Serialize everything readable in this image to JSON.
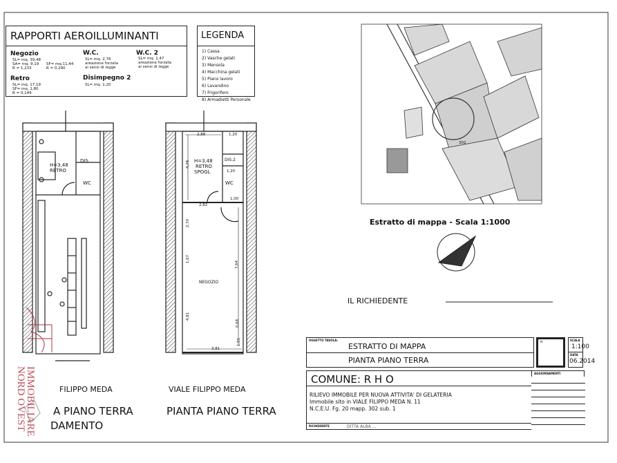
{
  "rapporti": {
    "title": "RAPPORTI  AEROILLUMINANTI",
    "negozio": {
      "label": "Negozio",
      "lines": [
        "SL= mq. 39,48",
        "SA= mq. 9,19",
        "R = 1,233"
      ],
      "lines2": [
        "SF= mq.11,44",
        "R = 0,290"
      ]
    },
    "retro": {
      "label": "Retro",
      "lines": [
        "SL= mq. 17,19",
        "SF= mq. 1,80",
        "R = 0,149"
      ]
    },
    "wc": {
      "label": "W.C.",
      "lines": [
        "SL= mq. 2,76",
        "areazione forzata",
        "ai sensi di legge"
      ]
    },
    "disimpegno": {
      "label": "Disimpegno  2",
      "lines": [
        "SL= mq. 1,20"
      ]
    },
    "wc2": {
      "label": "W.C.  2",
      "lines": [
        "SL= mq. 1,47",
        "areazione forzata",
        "ai sensi di legge"
      ]
    }
  },
  "legenda": {
    "title": "LEGENDA",
    "items": [
      "1) Cassa",
      "2) Vasche gelati",
      "3) Mensola",
      "4) Macchina gelati",
      "5) Piano lavoro",
      "6) Lavandino",
      "7) Frigorifero",
      "8) Armadietti Personale"
    ]
  },
  "map": {
    "caption": "Estratto di mappa - Scala 1:1000",
    "parcel": "302"
  },
  "richiedente_label": "IL RICHIEDENTE",
  "plans": {
    "left": {
      "street": "FILIPPO  MEDA",
      "title1": "A  PIANO  TERRA",
      "title2": "DAMENTO",
      "labels": {
        "height": "H=3,48",
        "retro": "RETRO",
        "dis": "DIS",
        "wc": "WC"
      }
    },
    "right": {
      "street": "VIALE  FILIPPO  MEDA",
      "title": "PIANTA  PIANO  TERRA",
      "labels": {
        "height": "H=3,48",
        "retro": "RETRO",
        "spogl": "SPOGL",
        "wc": "WC",
        "dis": "DIS.2",
        "negozio": "NEGOZIO"
      },
      "dims": [
        "2,88",
        "1,20",
        "4,78",
        "1,20",
        "2,82",
        "1,00",
        "2,70",
        "1,67",
        "7,64",
        "4,81",
        "0,68",
        "1,55",
        "3,81"
      ]
    }
  },
  "title_block": {
    "oggetto_label": "OGGETTO TAVOLA:",
    "oggetto1": "ESTRATTO  DI  MAPPA",
    "oggetto2": "PIANTA  PIANO  TERRA",
    "n_label": "N.",
    "scala_label": "SCALA",
    "scala": "1:100",
    "data_label": "DATA",
    "data": "06.2014",
    "comune": "COMUNE:  R  H  O",
    "aggiornamenti_label": "AGGIORNAMENTI",
    "desc1": "RILIEVO  IMMOBILE  PER  NUOVA  ATTIVITA'  DI  GELATERIA",
    "desc2": "Immobile  sito  in  VIALE  FILIPPO  MEDA  N.  11",
    "desc3": "N.C.E.U.  Fg.  20  mapp.  302  sub.  1",
    "richiedente_label": "RICHIEDENTE",
    "richiedente": "DITTA  ALBA  ..."
  },
  "watermark": "IMMOBILIARE NORD OVEST",
  "colors": {
    "watermark": "#b0303a",
    "ink": "#111111"
  }
}
